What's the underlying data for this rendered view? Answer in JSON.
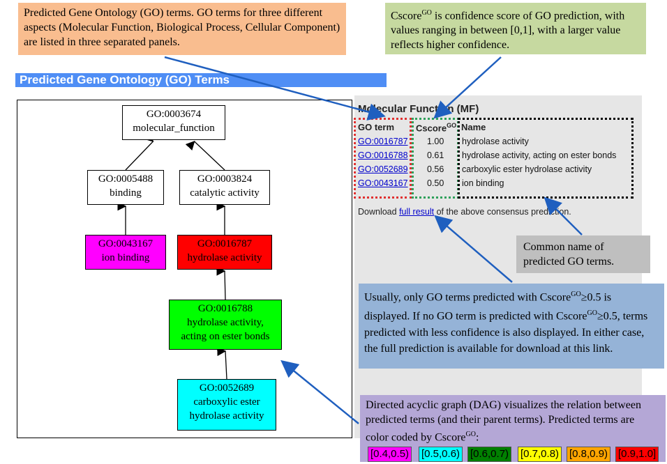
{
  "callouts": {
    "top_left": "Predicted Gene Ontology (GO) terms. GO terms for three different aspects (Molecular Function, Biological Process, Cellular Component) are listed in three separated panels.",
    "top_right_pre": "Cscore",
    "top_right_sup": "GO",
    "top_right_post": " is confidence score of GO prediction, with values ranging in between [0,1], with a larger value reflects higher confidence.",
    "common_name": "Common name of predicted GO terms.",
    "usually_1": "Usually, only GO terms predicted with Cscore",
    "usually_sup1": "GO",
    "usually_2": "≥0.5 is displayed. If no GO term is predicted with Cscore",
    "usually_sup2": "GO",
    "usually_3": "≥0.5, terms predicted with less confidence is also displayed. In either case, the full prediction is available for download at this link.",
    "dag_1": "Directed acyclic graph (DAG) visualizes the relation between predicted terms (and their parent terms). Predicted terms are color coded by Cscore",
    "dag_sup": "GO",
    "dag_2": ":"
  },
  "header": {
    "title": "Predicted Gene Ontology (GO) Terms"
  },
  "panel": {
    "title": "Molecular Function (MF)",
    "col_goterm": "GO term",
    "col_cscore": "Cscore",
    "col_cscore_sup": "GO",
    "col_name": "Name",
    "rows": [
      {
        "go": "GO:0016787",
        "score": "1.00",
        "name": "hydrolase activity"
      },
      {
        "go": "GO:0016788",
        "score": "0.61",
        "name": "hydrolase activity, acting on ester bonds"
      },
      {
        "go": "GO:0052689",
        "score": "0.56",
        "name": "carboxylic ester hydrolase activity"
      },
      {
        "go": "GO:0043167",
        "score": "0.50",
        "name": "ion binding"
      }
    ],
    "download_pre": "Download ",
    "download_link": "full result",
    "download_post": " of the above consensus prediction."
  },
  "dag": {
    "nodes": [
      {
        "id": "GO:0003674",
        "label": "molecular_function",
        "color": "#ffffff"
      },
      {
        "id": "GO:0005488",
        "label": "binding",
        "color": "#ffffff"
      },
      {
        "id": "GO:0003824",
        "label": "catalytic activity",
        "color": "#ffffff"
      },
      {
        "id": "GO:0043167",
        "label": "ion binding",
        "color": "#ff00ff"
      },
      {
        "id": "GO:0016787",
        "label": "hydrolase activity",
        "color": "#ff0000"
      },
      {
        "id": "GO:0016788",
        "label": "hydrolase activity, acting on ester bonds",
        "color": "#00ff00"
      },
      {
        "id": "GO:0052689",
        "label": "carboxylic ester hydrolase activity",
        "color": "#00ffff"
      }
    ]
  },
  "legend": [
    {
      "label": "[0.4,0.5)",
      "color": "#ff00ff"
    },
    {
      "label": "[0.5,0.6)",
      "color": "#00ffff"
    },
    {
      "label": "[0.6,0.7)",
      "color": "#008000"
    },
    {
      "label": "[0.7,0.8)",
      "color": "#ffff00"
    },
    {
      "label": "[0.8,0.9)",
      "color": "#ffa500"
    },
    {
      "label": "[0.9,1.0]",
      "color": "#ff0000"
    }
  ]
}
